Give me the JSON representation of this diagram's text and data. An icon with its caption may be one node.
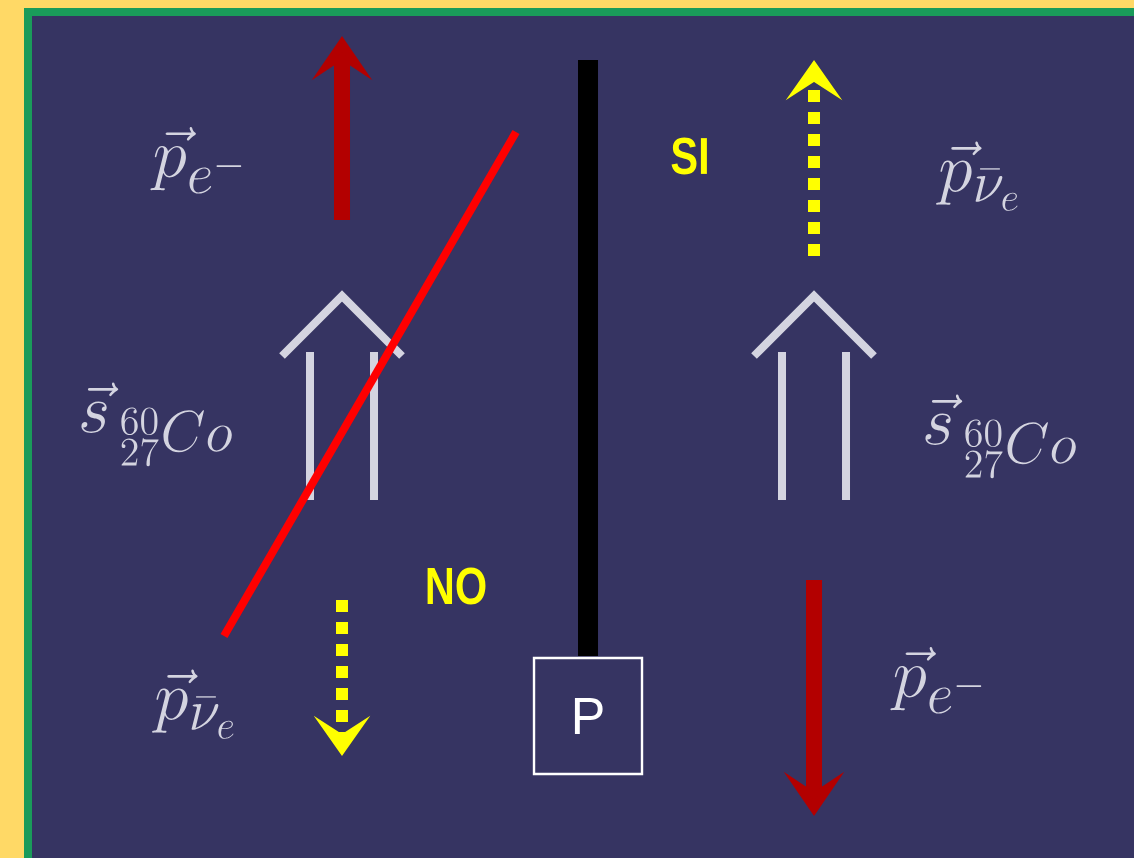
{
  "diagram": {
    "nodes": [
      {
        "text": [
          "P"
        ]
      }
    ],
    "labels": [
      "\\vec{p}_{e^-}",
      "SI",
      "\\vec{p}_{\\bar{\\nu}_e}",
      "\\vec{s}_{\\,{}^{60}_{27}Co}",
      "\\vec{s}_{\\,{}^{60}_{27}Co}",
      "NO",
      "\\vec{p}_{\\bar{\\nu}_e}",
      "\\vec{p}_{e^-}"
    ]
  }
}
